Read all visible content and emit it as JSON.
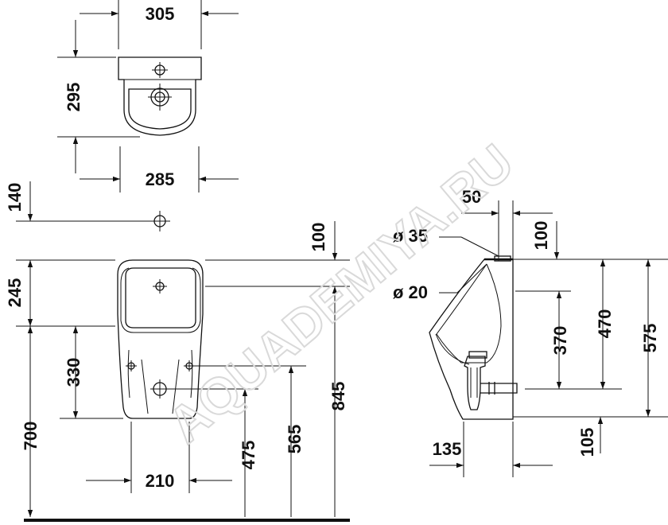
{
  "watermark": "AQUADEMIYA.RU",
  "colors": {
    "line": "#111111",
    "watermark": "#d9d9d9",
    "background": "#ffffff"
  },
  "dimensions": {
    "top_width": "305",
    "top_depth": "295",
    "top_bottom_width": "285",
    "inlet_height": "140",
    "front_bowl_height": "245",
    "front_lower_height": "330",
    "front_total_height": "700",
    "front_bottom_width": "210",
    "fixing_475": "475",
    "fixing_565": "565",
    "fixing_845": "845",
    "front_offset_100": "100",
    "side_50": "50",
    "side_100": "100",
    "diam_35": "ø 35",
    "diam_20": "ø 20",
    "side_370": "370",
    "side_470": "470",
    "side_575": "575",
    "side_135": "135",
    "side_105": "105"
  }
}
